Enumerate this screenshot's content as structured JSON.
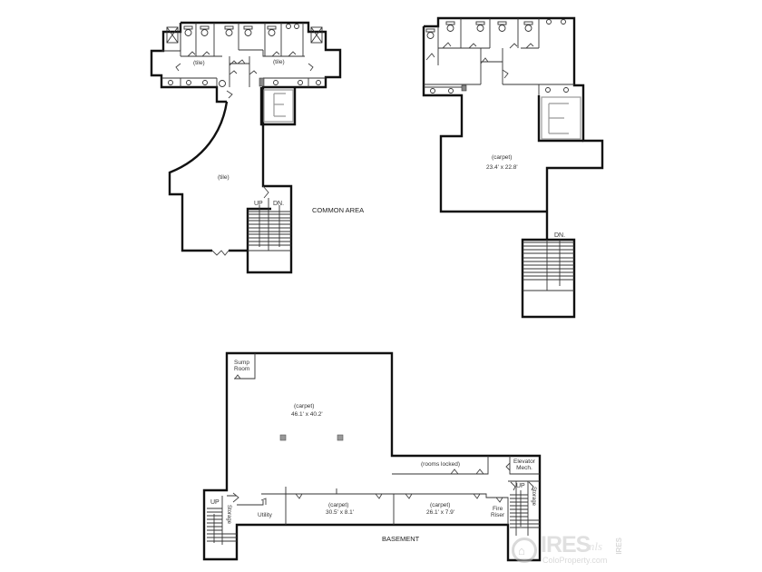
{
  "floors": {
    "main": {
      "title": "COMMON AREA",
      "rooms": [
        {
          "id": "restroom-left",
          "material": "(tile)"
        },
        {
          "id": "restroom-right",
          "material": "(tile)"
        },
        {
          "id": "lobby",
          "material": "(tile)"
        }
      ],
      "stairs": {
        "up_label": "UP",
        "down_label": "DN."
      },
      "elevator_label": "E"
    },
    "upper": {
      "rooms": [
        {
          "id": "open-area",
          "material": "(carpet)",
          "dimensions": "23.4' x 22.8'"
        }
      ],
      "stairs": {
        "down_label": "DN."
      },
      "elevator_label": "E"
    },
    "basement": {
      "title": "BASEMENT",
      "rooms": [
        {
          "id": "sump-room",
          "name_line1": "Sump",
          "name_line2": "Room"
        },
        {
          "id": "main-room",
          "material": "(carpet)",
          "dimensions": "46.1' x 40.2'"
        },
        {
          "id": "locked-rooms",
          "material": "(rooms locked)"
        },
        {
          "id": "elevator-mech",
          "name_line1": "Elevator",
          "name_line2": "Mech."
        },
        {
          "id": "utility",
          "name": "Utility"
        },
        {
          "id": "hall-west",
          "material": "(carpet)",
          "dimensions": "30.5' x 8.1'"
        },
        {
          "id": "hall-east",
          "material": "(carpet)",
          "dimensions": "26.1' x 7.9'"
        },
        {
          "id": "fire-riser",
          "name_line1": "Fire",
          "name_line2": "Riser"
        },
        {
          "id": "storage-west",
          "name": "Storage"
        },
        {
          "id": "storage-east",
          "name": "Storage"
        }
      ],
      "stairs_west": {
        "up_label": "UP"
      },
      "stairs_east": {
        "up_label": "UP"
      }
    }
  },
  "watermark": {
    "brand": "IRES",
    "brand_suffix": "mls",
    "site": "ColoProperty.com",
    "side_text": "IRES"
  }
}
